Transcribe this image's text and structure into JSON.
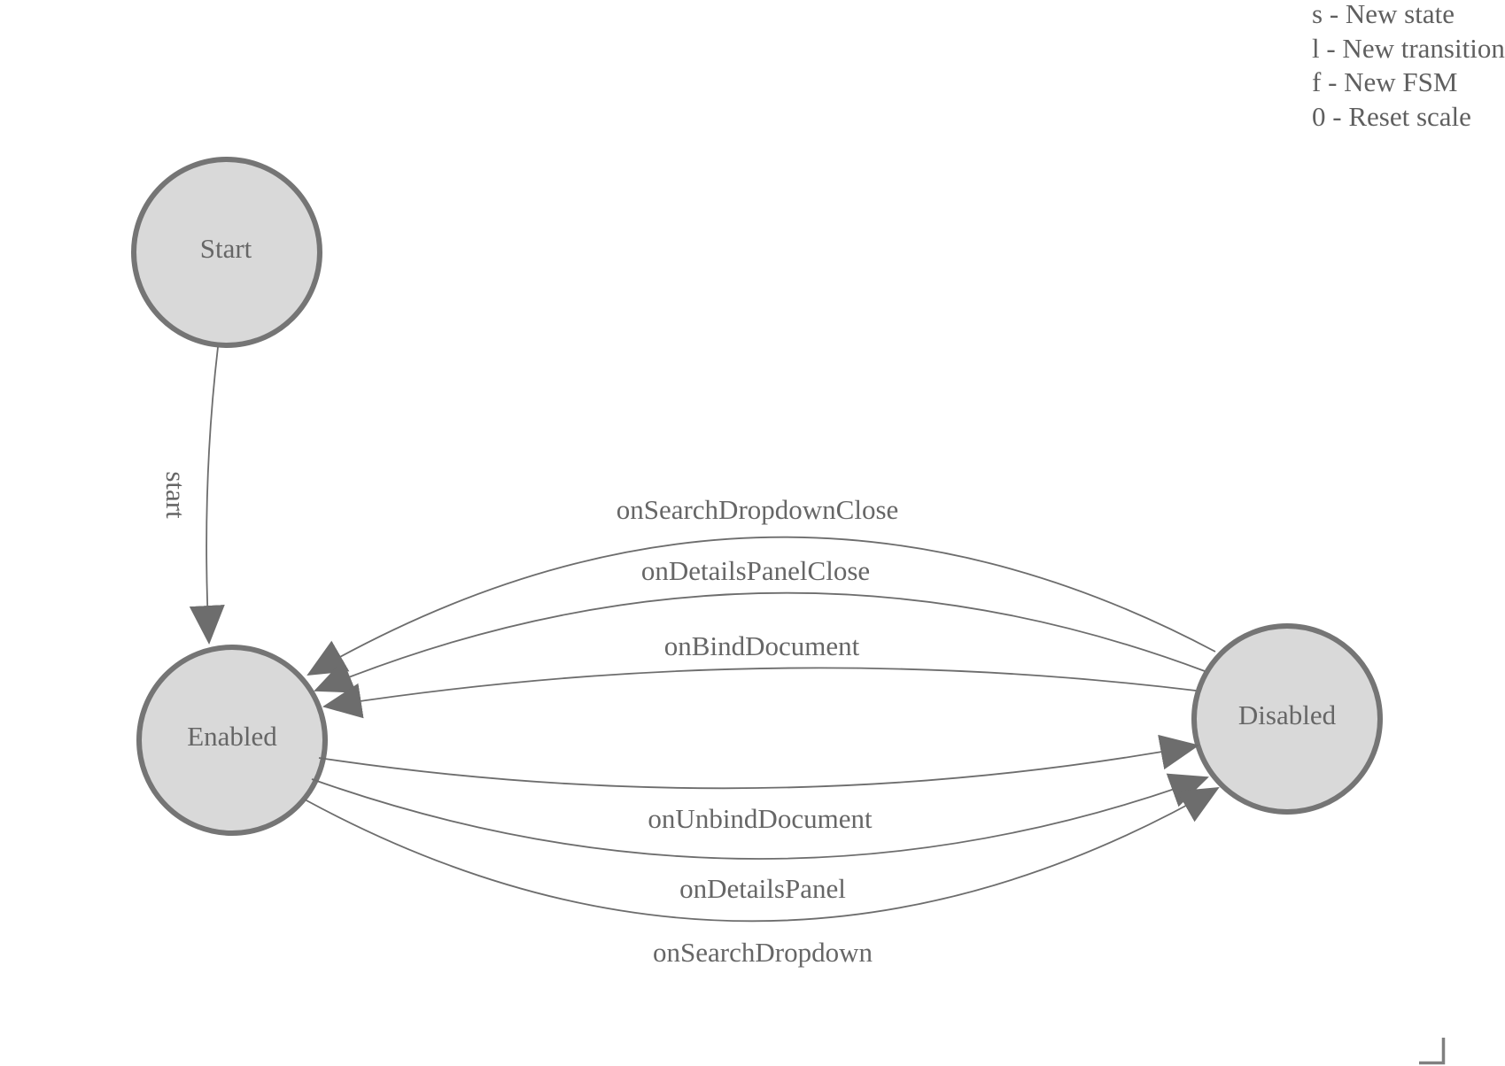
{
  "help": {
    "lines": [
      "s - New state",
      "l - New transition",
      "f - New FSM",
      "0 - Reset scale"
    ]
  },
  "nodes": [
    {
      "id": "start",
      "label": "Start"
    },
    {
      "id": "enabled",
      "label": "Enabled"
    },
    {
      "id": "disabled",
      "label": "Disabled"
    }
  ],
  "edges": [
    {
      "label": "start",
      "from": "Start",
      "to": "Enabled"
    },
    {
      "label": "onSearchDropdownClose",
      "from": "Disabled",
      "to": "Enabled"
    },
    {
      "label": "onDetailsPanelClose",
      "from": "Disabled",
      "to": "Enabled"
    },
    {
      "label": "onBindDocument",
      "from": "Disabled",
      "to": "Enabled"
    },
    {
      "label": "onUnbindDocument",
      "from": "Enabled",
      "to": "Disabled"
    },
    {
      "label": "onDetailsPanel",
      "from": "Enabled",
      "to": "Disabled"
    },
    {
      "label": "onSearchDropdown",
      "from": "Enabled",
      "to": "Disabled"
    }
  ],
  "colors": {
    "node_fill": "#d9d9d9",
    "node_border": "#757575",
    "edge_line": "#6d6d6d",
    "label_text": "#666666",
    "help_text": "#5f5f5f",
    "corner_bracket": "#808080"
  }
}
